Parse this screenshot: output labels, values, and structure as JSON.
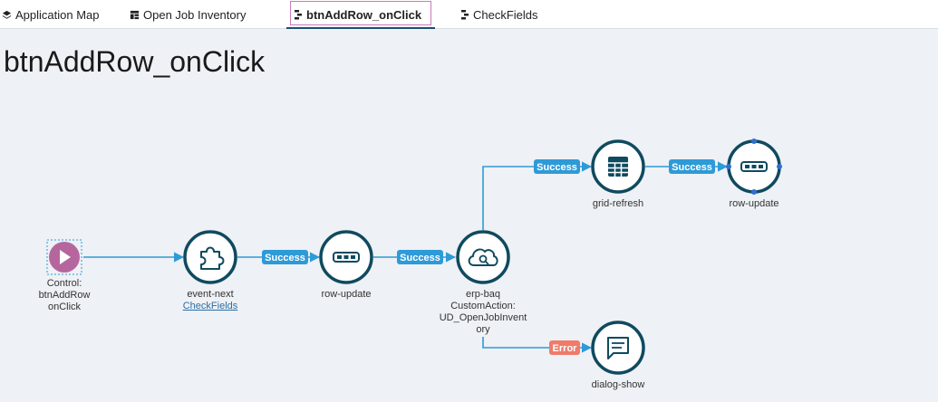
{
  "tabs": [
    {
      "label": "Application Map",
      "icon": "layers-icon",
      "active": false
    },
    {
      "label": "Open Job Inventory",
      "icon": "grid-layout-icon",
      "active": false
    },
    {
      "label": "btnAddRow_onClick",
      "icon": "workflow-icon",
      "active": true
    },
    {
      "label": "CheckFields",
      "icon": "workflow-icon",
      "active": false
    }
  ],
  "page": {
    "title": "btnAddRow_onClick"
  },
  "nodes": {
    "control": {
      "line1": "Control:",
      "line2": "btnAddRow",
      "line3": "onClick"
    },
    "event_next": {
      "label": "event-next",
      "link": "CheckFields"
    },
    "row_update_1": {
      "label": "row-update"
    },
    "erp_baq": {
      "label": "erp-baq",
      "line2": "CustomAction:",
      "line3": "UD_OpenJobInvent",
      "line4": "ory"
    },
    "grid_refresh": {
      "label": "grid-refresh"
    },
    "row_update_2": {
      "label": "row-update"
    },
    "dialog_show": {
      "label": "dialog-show"
    }
  },
  "badges": {
    "success": "Success",
    "error": "Error"
  },
  "colors": {
    "node_stroke": "#0f4a5f",
    "connector": "#2e9ad8",
    "success_badge": "#2e9ad8",
    "error_badge": "#ef7b6b",
    "control_fill": "#b5679d",
    "active_tab_frame": "#c97bb9",
    "active_tab_underline": "#1d4f6e"
  }
}
